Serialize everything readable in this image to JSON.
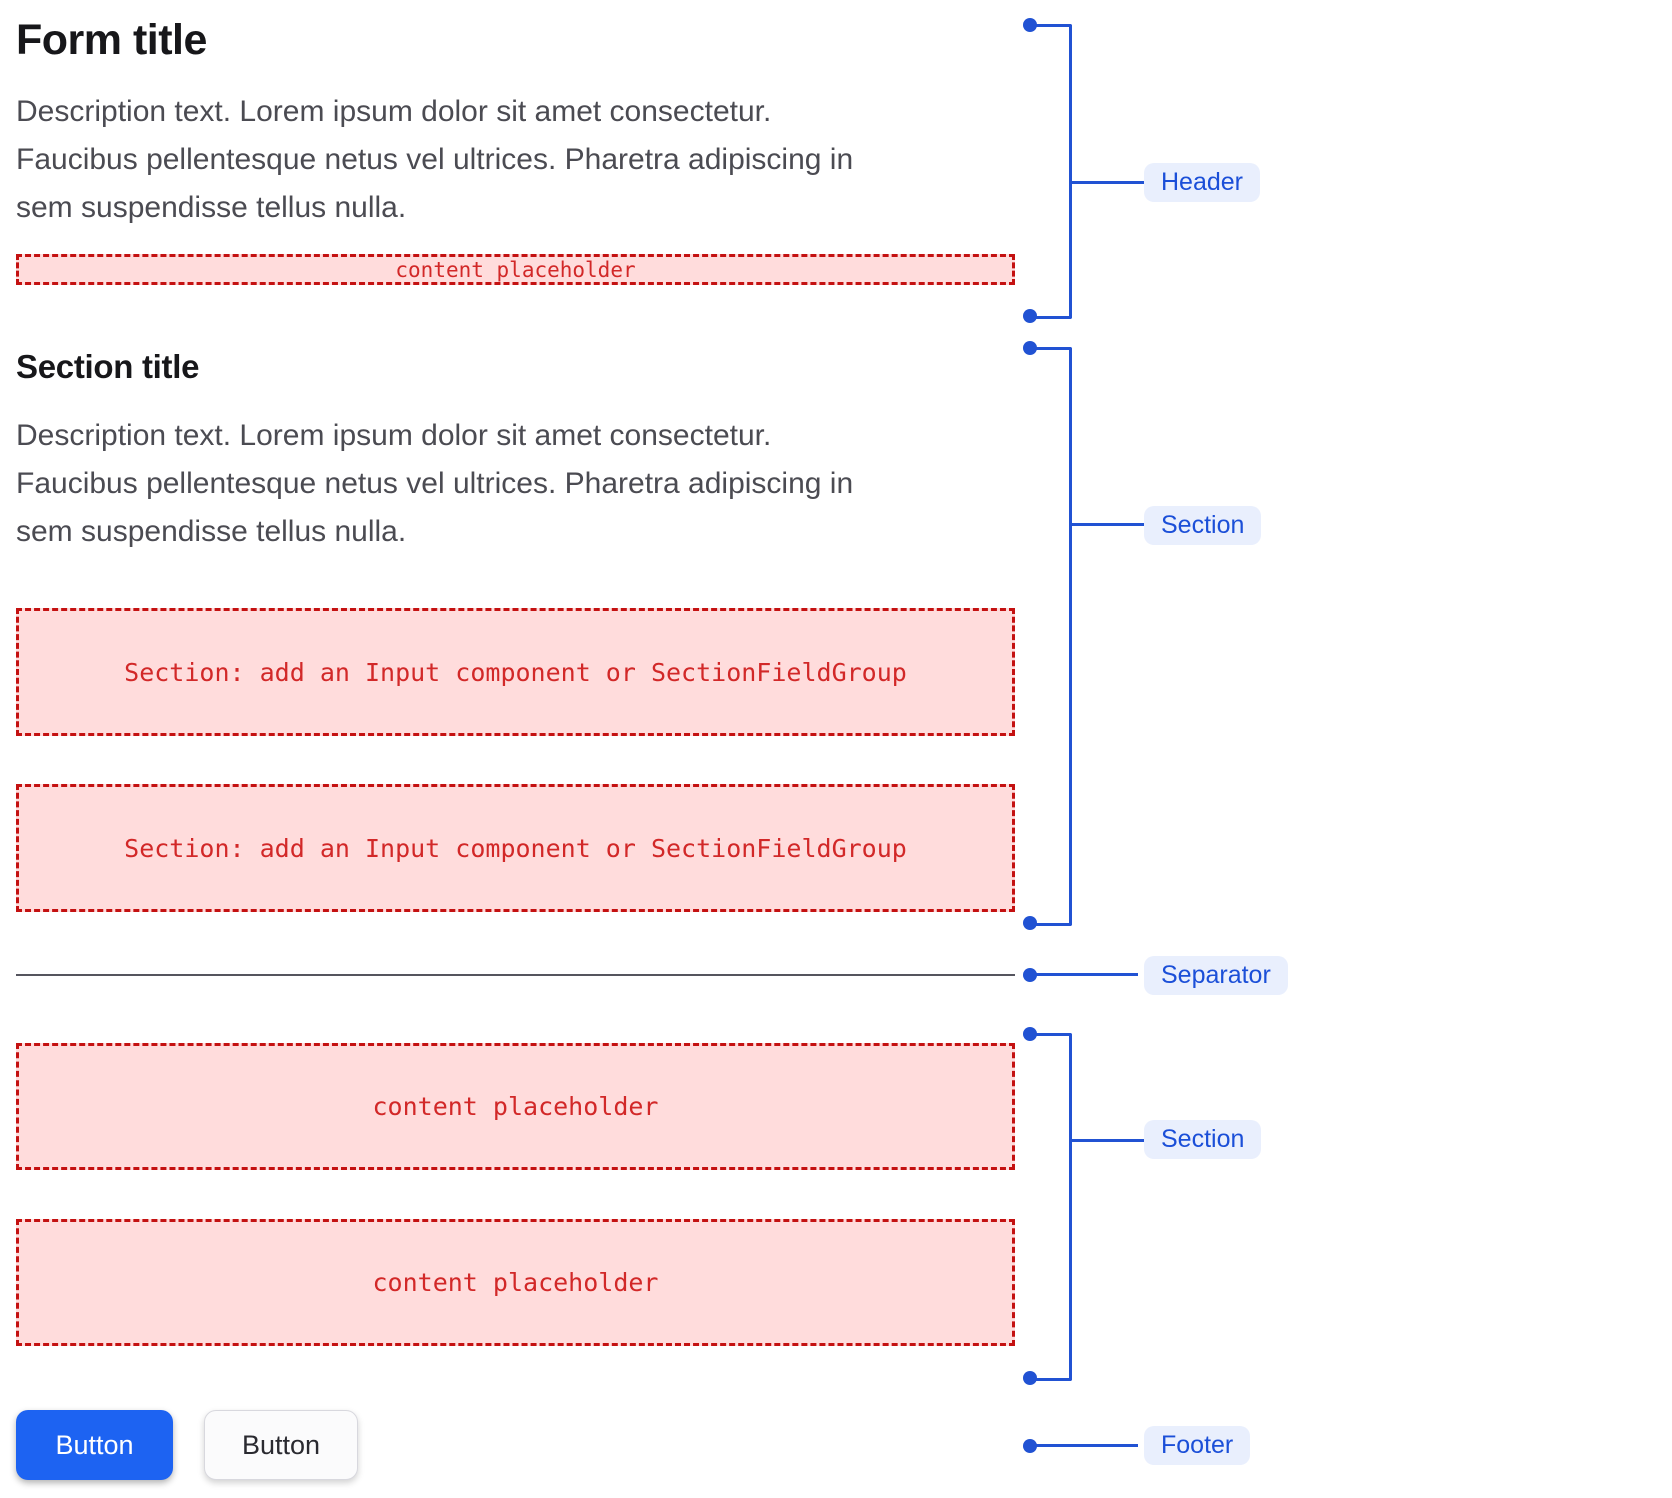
{
  "form": {
    "header": {
      "title": "Form title",
      "description_lines": [
        "Description text. Lorem ipsum dolor sit amet consectetur.",
        "Faucibus pellentesque netus vel ultrices. Pharetra adipiscing in",
        "sem suspendisse tellus nulla."
      ],
      "placeholder": "content placeholder"
    },
    "section1": {
      "title": "Section title",
      "description_lines": [
        "Description text. Lorem ipsum dolor sit amet consectetur.",
        "Faucibus pellentesque netus vel ultrices. Pharetra adipiscing in",
        "sem suspendisse tellus nulla."
      ],
      "slots": [
        "Section: add an Input component or SectionFieldGroup",
        "Section: add an Input component or SectionFieldGroup"
      ]
    },
    "section2": {
      "slots": [
        "content placeholder",
        "content placeholder"
      ]
    },
    "footer": {
      "primary_button": "Button",
      "secondary_button": "Button"
    }
  },
  "annotations": {
    "header": "Header",
    "section1": "Section",
    "separator": "Separator",
    "section2": "Section",
    "footer": "Footer"
  },
  "colors": {
    "annotation_blue": "#2152d3",
    "callout_bg": "#e9effd",
    "callout_text": "#1b4fd8",
    "placeholder_bg": "#ffdcdc",
    "placeholder_border": "#c41111",
    "placeholder_text": "#d22828",
    "primary_button_bg": "#1d63f2",
    "separator_gray": "#55555e"
  }
}
